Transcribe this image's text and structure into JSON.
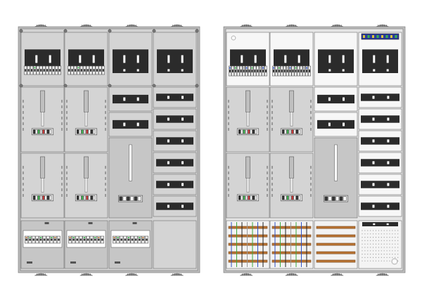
{
  "diagram": {
    "type": "electrical-meter-cabinet-drawing",
    "views": [
      {
        "name": "front-view-closed",
        "fields": 4
      },
      {
        "name": "front-view-open",
        "fields": 4
      }
    ],
    "colors": {
      "background": "#ffffff",
      "frame": "#bdbdbd",
      "panel": "#d4d4d4",
      "panel_dark": "#c6c6c6",
      "white_panel": "#f7f7f7",
      "rail": "#2b2b2b",
      "outline": "#6e6e6e",
      "copper_bar": "#b87333",
      "wire_green": "#3ca83c",
      "wire_blue": "#2c4fc4",
      "wire_gray": "#9a9a9a",
      "wire_black": "#222222",
      "indicator_green": "#39b54a",
      "indicator_red": "#d03030",
      "top_strip_blue": "#2a3a9a"
    }
  }
}
